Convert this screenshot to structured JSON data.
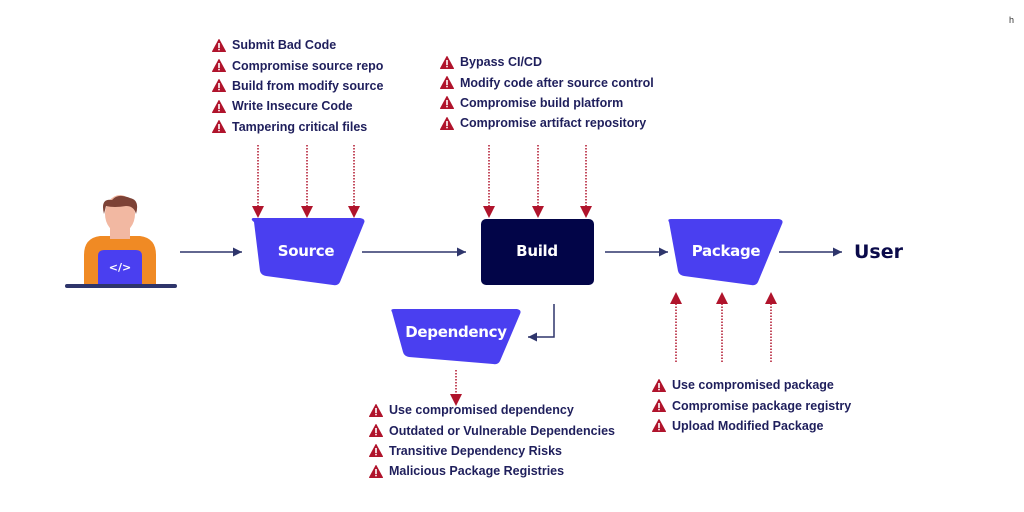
{
  "corner_text": "h",
  "colors": {
    "node_blue": "#4a3ff0",
    "node_dark": "#020548",
    "arrow": "#2e356b",
    "threat_red": "#b0142c",
    "text": "#1f1f5c"
  },
  "nodes": {
    "source": "Source",
    "build": "Build",
    "package": "Package",
    "dependency": "Dependency",
    "user": "User"
  },
  "developer": {
    "icon": "developer-with-laptop",
    "laptop_glyph": "</>"
  },
  "threats": {
    "source": [
      "Submit Bad Code",
      "Compromise source repo",
      "Build from modify source",
      "Write Insecure Code",
      "Tampering critical files"
    ],
    "build": [
      "Bypass CI/CD",
      "Modify code after source control",
      "Compromise build platform",
      "Compromise artifact repository"
    ],
    "dependency": [
      "Use compromised dependency",
      "Outdated or Vulnerable Dependencies",
      "Transitive Dependency Risks",
      "Malicious Package Registries"
    ],
    "package": [
      "Use compromised package",
      "Compromise package registry",
      "Upload Modified Package"
    ]
  }
}
